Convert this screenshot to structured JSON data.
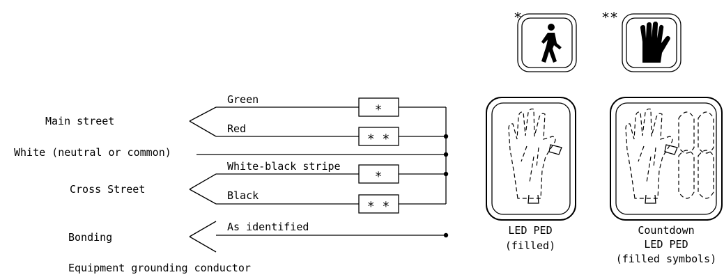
{
  "groups": {
    "main_street": "Main street",
    "neutral": "White (neutral or common)",
    "cross_street": "Cross Street",
    "bonding": "Bonding",
    "grounding": "Equipment grounding conductor"
  },
  "wires": {
    "green": "Green",
    "red": "Red",
    "white_black": "White-black stripe",
    "black": "Black",
    "as_identified": "As identified"
  },
  "markers": {
    "walk": "∗",
    "dont_walk": "∗ ∗",
    "walk_header": "∗",
    "dont_walk_header": "∗∗"
  },
  "signals": {
    "led_ped_line1": "LED PED",
    "led_ped_line2": "(filled)",
    "countdown_line1": "Countdown",
    "countdown_line2": "LED PED",
    "countdown_line3": "(filled symbols)"
  }
}
